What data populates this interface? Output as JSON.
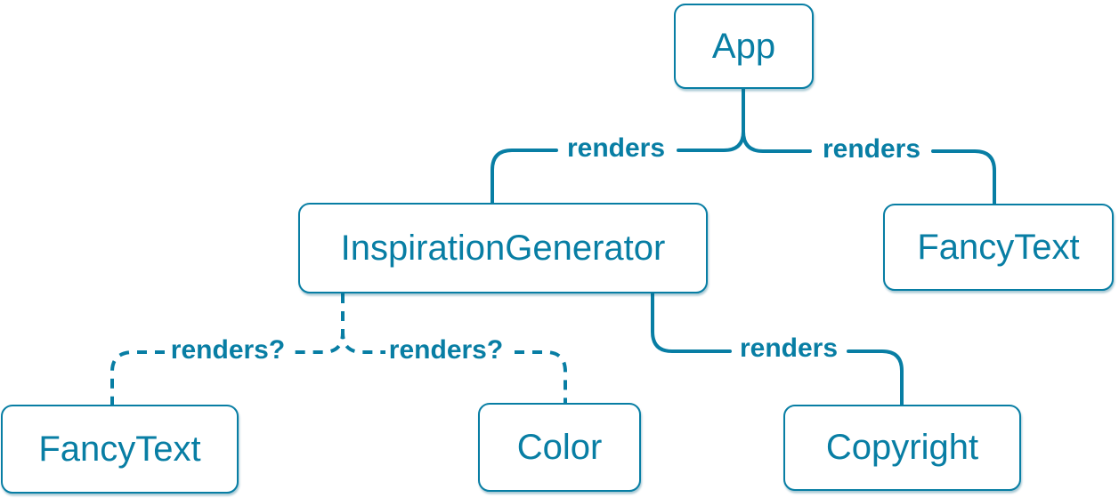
{
  "diagram": {
    "accent_color": "#087ea4",
    "nodes": [
      {
        "id": "app",
        "label": "App"
      },
      {
        "id": "inspiration-generator",
        "label": "InspirationGenerator"
      },
      {
        "id": "fancy-text-top",
        "label": "FancyText"
      },
      {
        "id": "fancy-text-bottom",
        "label": "FancyText"
      },
      {
        "id": "color",
        "label": "Color"
      },
      {
        "id": "copyright",
        "label": "Copyright"
      }
    ],
    "edges": [
      {
        "from": "App",
        "to": "InspirationGenerator",
        "label": "renders",
        "style": "solid"
      },
      {
        "from": "App",
        "to": "FancyText",
        "label": "renders",
        "style": "solid"
      },
      {
        "from": "InspirationGenerator",
        "to": "FancyText",
        "label": "renders?",
        "style": "dashed"
      },
      {
        "from": "InspirationGenerator",
        "to": "Color",
        "label": "renders?",
        "style": "dashed"
      },
      {
        "from": "InspirationGenerator",
        "to": "Copyright",
        "label": "renders",
        "style": "solid"
      }
    ]
  }
}
